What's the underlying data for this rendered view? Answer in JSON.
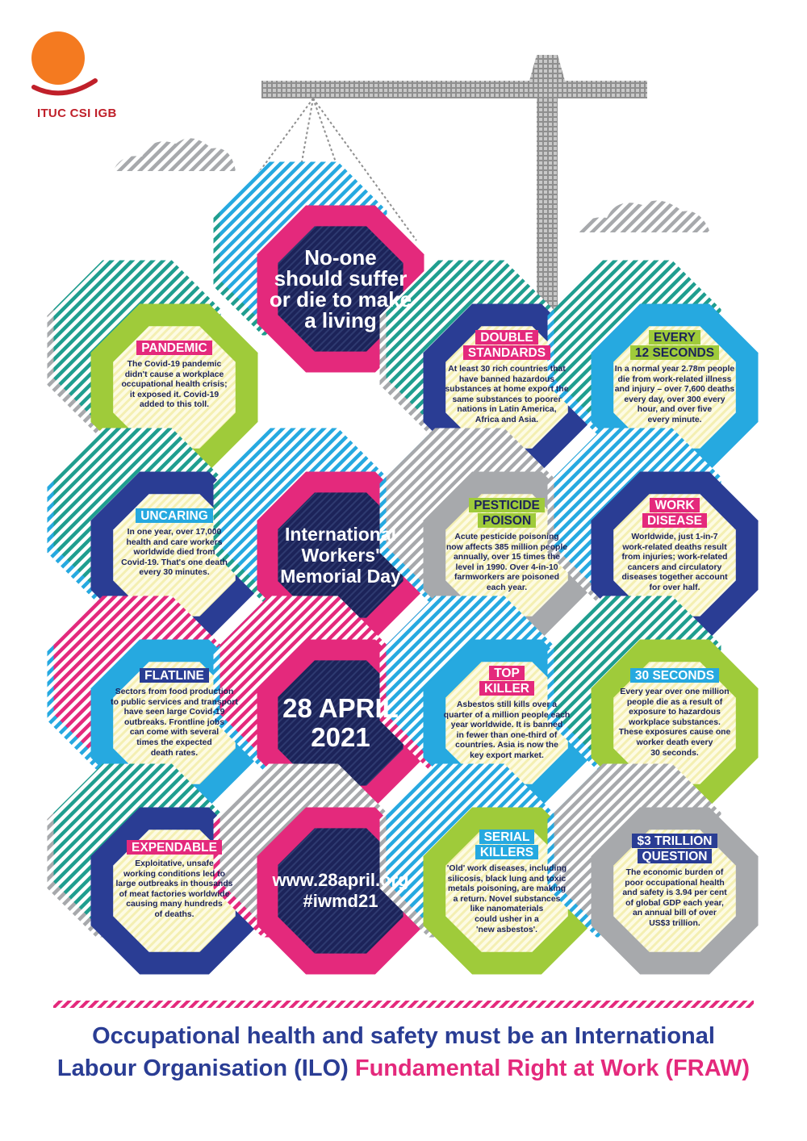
{
  "logo": {
    "text": "ITUC CSI IGB",
    "icon": "sun-smile-logo-icon",
    "sun_color": "#f47a20",
    "smile_color": "#c0202a"
  },
  "colors": {
    "navy": "#1c2359",
    "pink": "#e4297c",
    "royal_blue": "#2a3d94",
    "sky_blue": "#26a9e0",
    "lime": "#9fcb3a",
    "grey": "#a7a9ac",
    "teal": "#1f9e8f",
    "cream": "#fcf9d8"
  },
  "hero": {
    "slogan": [
      "No-one",
      "should suffer",
      "or die to make",
      "a living"
    ],
    "event": [
      "International",
      "Workers'",
      "Memorial Day"
    ],
    "date": [
      "28 APRIL",
      "2021"
    ],
    "web": [
      "www.28april.org",
      "#iwmd21"
    ]
  },
  "cards": [
    {
      "id": "pandemic",
      "title": [
        "PANDEMIC"
      ],
      "body": [
        "The Covid-19 pandemic",
        "didn't cause a workplace",
        "occupational health crisis;",
        "it exposed it. Covid-19",
        "added to this toll."
      ]
    },
    {
      "id": "double-standards",
      "title": [
        "DOUBLE",
        "STANDARDS"
      ],
      "body": [
        "At least 30 rich countries that",
        "have banned hazardous",
        "substances at home export the",
        "same substances to poorer",
        "nations in Latin America,",
        "Africa and Asia."
      ]
    },
    {
      "id": "every-12-seconds",
      "title": [
        "EVERY",
        "12 SECONDS"
      ],
      "body": [
        "In a normal year 2.78m people",
        "die from work-related illness",
        "and injury – over 7,600 deaths",
        "every day, over 300 every",
        "hour, and over five",
        "every minute."
      ]
    },
    {
      "id": "uncaring",
      "title": [
        "UNCARING"
      ],
      "body": [
        "In one year, over 17,000",
        "health and care workers",
        "worldwide died from",
        "Covid-19. That's one death",
        "every 30 minutes."
      ]
    },
    {
      "id": "pesticide-poison",
      "title": [
        "PESTICIDE",
        "POISON"
      ],
      "body": [
        "Acute pesticide poisoning",
        "now affects 385 million people",
        "annually, over 15 times the",
        "level in 1990. Over 4-in-10",
        "farmworkers are poisoned",
        "each year."
      ]
    },
    {
      "id": "work-disease",
      "title": [
        "WORK",
        "DISEASE"
      ],
      "body": [
        "Worldwide, just 1-in-7",
        "work-related deaths result",
        "from injuries; work-related",
        "cancers and circulatory",
        "diseases together account",
        "for over half."
      ]
    },
    {
      "id": "flatline",
      "title": [
        "FLATLINE"
      ],
      "body": [
        "Sectors from food production",
        "to public services and transport",
        "have seen large Covid-19",
        "outbreaks. Frontline jobs",
        "can come with several",
        "times the expected",
        "death rates."
      ]
    },
    {
      "id": "top-killer",
      "title": [
        "TOP",
        "KILLER"
      ],
      "body": [
        "Asbestos still kills over a",
        "quarter of a million people each",
        "year worldwide. It is banned",
        "in fewer than one-third of",
        "countries. Asia is now the",
        "key export market."
      ]
    },
    {
      "id": "30-seconds",
      "title": [
        "30 SECONDS"
      ],
      "body": [
        "Every year over one million",
        "people die as a result of",
        "exposure to hazardous",
        "workplace substances.",
        "These exposures cause one",
        "worker death every",
        "30 seconds."
      ]
    },
    {
      "id": "expendable",
      "title": [
        "EXPENDABLE"
      ],
      "body": [
        "Exploitative, unsafe",
        "working conditions led to",
        "large outbreaks in thousands",
        "of meat factories worldwide",
        "causing many hundreds",
        "of deaths."
      ]
    },
    {
      "id": "serial-killers",
      "title": [
        "SERIAL",
        "KILLERS"
      ],
      "body": [
        "'Old' work diseases, including",
        "silicosis, black lung and toxic",
        "metals poisoning, are making",
        "a return. Novel substances",
        "like nanomaterials",
        "could usher in a",
        "'new asbestos'."
      ]
    },
    {
      "id": "3-trillion-question",
      "title": [
        "$3 TRILLION",
        "QUESTION"
      ],
      "body": [
        "The economic burden of",
        "poor occupational health",
        "and safety is 3.94 per cent",
        "of global GDP each year,",
        "an annual bill of over",
        "US$3 trillion."
      ]
    }
  ],
  "footer": {
    "line1": "Occupational health and safety must be an International",
    "line2_blue": "Labour Organisation (ILO) ",
    "line2_pink": "Fundamental Right at Work (FRAW)"
  }
}
